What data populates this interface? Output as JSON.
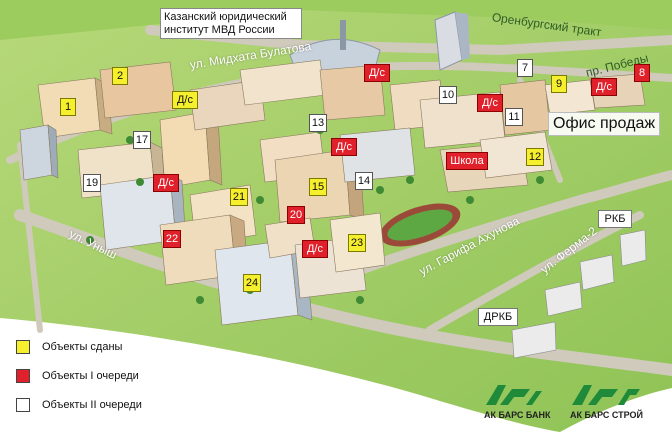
{
  "map": {
    "university_label": "Казанский юридический институт МВД России",
    "sales_office_label": "Офис продаж",
    "streets": [
      {
        "id": "midkhata",
        "label": "ул. Мидхата Булатова"
      },
      {
        "id": "orenburg",
        "label": "Оренбургский тракт"
      },
      {
        "id": "pobedy",
        "label": "пр. Победы"
      },
      {
        "id": "akhunova",
        "label": "ул. Гарифа Ахунова"
      },
      {
        "id": "unysh",
        "label": "ул. Уныш"
      },
      {
        "id": "ferma",
        "label": "ул. Ферма-2"
      }
    ],
    "markers": [
      {
        "label": "1",
        "status": "yellow"
      },
      {
        "label": "2",
        "status": "yellow"
      },
      {
        "label": "Д/с",
        "status": "yellow"
      },
      {
        "label": "Д/с",
        "status": "red"
      },
      {
        "label": "7",
        "status": "white"
      },
      {
        "label": "9",
        "status": "yellow"
      },
      {
        "label": "Д/с",
        "status": "red"
      },
      {
        "label": "8",
        "status": "red"
      },
      {
        "label": "10",
        "status": "white"
      },
      {
        "label": "Д/с",
        "status": "red"
      },
      {
        "label": "11",
        "status": "white"
      },
      {
        "label": "13",
        "status": "white"
      },
      {
        "label": "Д/с",
        "status": "red"
      },
      {
        "label": "17",
        "status": "white"
      },
      {
        "label": "Школа",
        "status": "red"
      },
      {
        "label": "12",
        "status": "yellow"
      },
      {
        "label": "19",
        "status": "white"
      },
      {
        "label": "Д/с",
        "status": "red"
      },
      {
        "label": "15",
        "status": "yellow"
      },
      {
        "label": "14",
        "status": "white"
      },
      {
        "label": "21",
        "status": "yellow"
      },
      {
        "label": "20",
        "status": "red"
      },
      {
        "label": "22",
        "status": "red"
      },
      {
        "label": "Д/с",
        "status": "red"
      },
      {
        "label": "23",
        "status": "yellow"
      },
      {
        "label": "24",
        "status": "yellow"
      },
      {
        "label": "РКБ",
        "status": "label"
      },
      {
        "label": "ДРКБ",
        "status": "label"
      }
    ]
  },
  "legend": [
    {
      "label": "Объекты сданы",
      "color": "#f6ef2e"
    },
    {
      "label": "Объекты I очереди",
      "color": "#e0212b"
    },
    {
      "label": "Объекты II очереди",
      "color": "#ffffff"
    }
  ],
  "logos": [
    {
      "mark": "Ак Барс",
      "name": "АК БАРС БАНК",
      "color": "#1e8a3a"
    },
    {
      "mark": "Ак Барс",
      "name": "АК БАРС СТРОЙ",
      "color": "#1e8a3a"
    }
  ],
  "colors": {
    "grass": "#a9cf6a",
    "road": "#c9c5b8",
    "done": "#f6ef2e",
    "first_stage": "#e0212b",
    "second_stage": "#ffffff"
  }
}
